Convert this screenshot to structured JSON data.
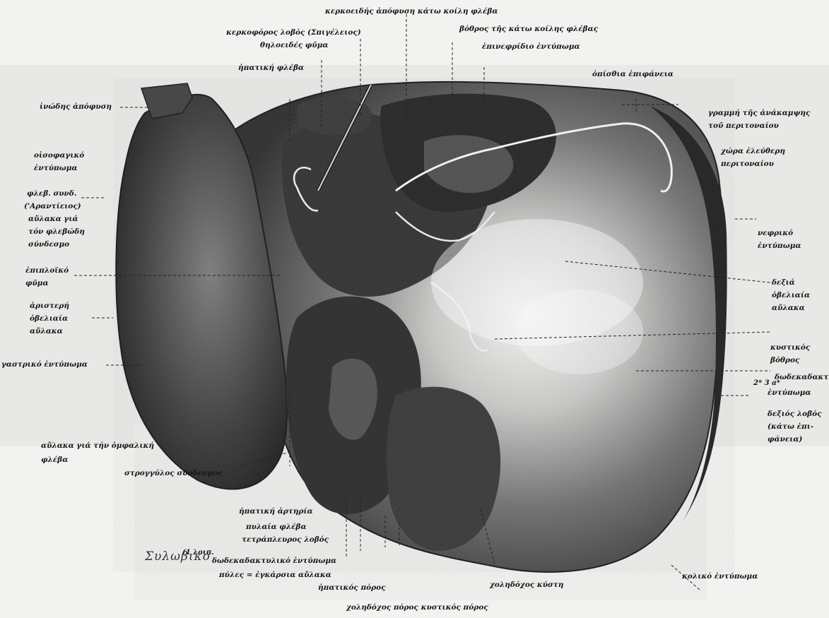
{
  "labels": {
    "cerc_apofysi_kato_koili": "κερκοειδής ἀπόφυση κάτω κοίλη φλέβα",
    "kerkoforos_lovos": "κερκοφόρος λοβός (Σπιγέλειος)",
    "vothros_kato_koilis": "βόθρος τῆς κάτω κοίλης φλέβας",
    "thileoeides_fyma": "θηλοειδές φῦμα",
    "epinefridio_entyposma": "ἐπινεφρίδιο ἐντύπωμα",
    "ipatiki_fleva": "ἡπατική φλέβα",
    "opisthia_epifaneia": "ὀπίσθια ἐπιφάνεια",
    "inodis_apofysi": "ἰνώδης ἀπόφυση",
    "grammi_anakampsis": "γραμμή τῆς ἀνάκαμψης",
    "tou_peritonaiou_1": "τοῦ περιτοναίου",
    "chora_eleftheri": "χώρα ἐλεύθερη",
    "peritonaiou": "περιτοναίου",
    "oisofageio": "οἰσοφαγικό",
    "entyposma_left": "ἐντύπωμα",
    "flev_syndesmos": "φλεβ. συνδ.",
    "arantieios": "('Αραντίειος)",
    "avlaka_gia": "αὔλακα γιά",
    "ton_flevodi": "τόν φλεβώδη",
    "syndesmo": "σύνδεσμο",
    "epiploiko": "ἐπιπλοϊκό",
    "fyma": "φῦμα",
    "nefriko": "νεφρικό",
    "entyposma_nefr": "ἐντύπωμα",
    "aristeri": "ἀριστερή",
    "ovelaia_left": "ὀβελιαία",
    "avlaka_left": "αὔλακα",
    "dexia": "δεξιά",
    "ovelaia_right": "ὀβελιαία",
    "avlaka_right": "αὔλακα",
    "gastriko": "γαστρικό ἐντύπωμα",
    "kystikos": "κυστικός",
    "vothros": "βόθρος",
    "dodekadaktyliko_right": "δωδεκαδακτ.",
    "entyposma_dod_right": "ἐντύπωμα",
    "right_markers": "2* 3 a*",
    "dexios_lovos": "δεξιός λοβός",
    "kato_epi": "(κάτω ἐπι-",
    "faneia": "φάνεια)",
    "avlaka_omfaliki": "αὔλακα γιά τήν ὀμφαλική",
    "fleva_omf": "φλέβα",
    "strongylos": "στρογγύλος σύνδεσμος",
    "ipatiki_artiria": "ἡπατική ἀρτηρία",
    "pylaia_fleva": "πυλαία φλέβα",
    "tetraplevros": "τετράπλευρος λοβός",
    "dodekadaktyliko_bottom": "δωδεκαδακτυλικό ἐντύπωμα",
    "pyles": "πύλες = ἐγκάρσια αὔλακα",
    "ipatikos_poros": "ἡπατικός πόρος",
    "cholidochos_kysti": "χοληδόχος κύστη",
    "koliko": "κολικό ἐντύπωμα",
    "cholidochos_poros": "χοληδόχος πόρος   κυστικός πόρος",
    "handwritten": "Συλωβικό",
    "small_marker": "(1 λοιπ."
  }
}
